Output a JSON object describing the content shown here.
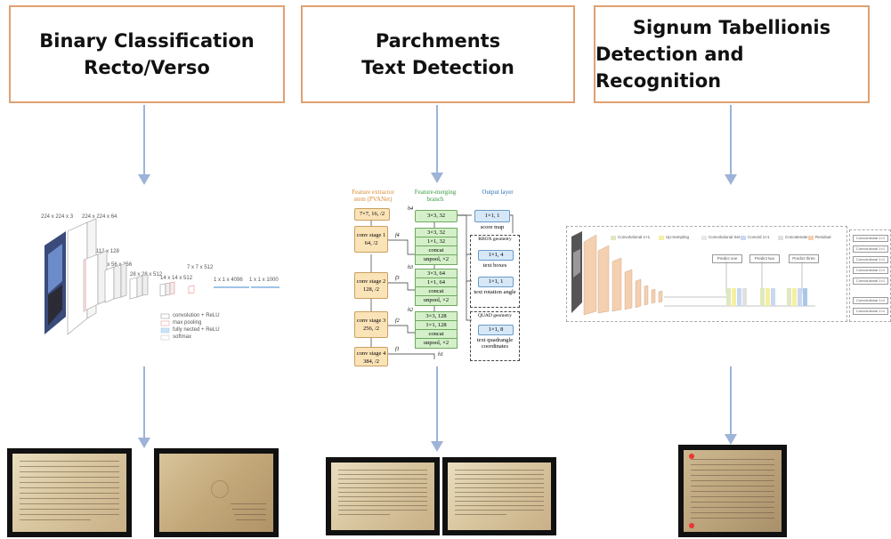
{
  "columns": [
    {
      "title_line1": "Binary Classification",
      "title_line2": "Recto/Verso"
    },
    {
      "title_line1": "Parchments",
      "title_line2": "Text Detection"
    },
    {
      "title_line1": "Signum Tabellionis",
      "title_line2": "Detection and Recognition"
    }
  ],
  "vgg": {
    "dims": [
      "224 x 224 x 3",
      "224 x 224 x 64",
      "112 x 112 x 128",
      "56 x 56 x 256",
      "28 x 28 x 512",
      "14 x 14 x 512",
      "7 x 7 x 512",
      "1 x 1 x 4096",
      "1 x 1 x 1000"
    ],
    "legend": [
      "convolution + ReLU",
      "max pooling",
      "fully nected + ReLU",
      "softmax"
    ]
  },
  "east": {
    "headers": {
      "left": "Feature extractor stem (PVANet)",
      "middle": "Feature-merging branch",
      "right": "Output layer"
    },
    "stem": [
      "7×7, 16, /2",
      "conv stage 1\n64, /2",
      "conv stage 2\n128, /2",
      "conv stage 3\n256, /2",
      "conv stage 4\n384, /2"
    ],
    "merge": [
      "3×3, 32",
      "3×3, 32",
      "1×1, 32",
      "concat",
      "unpool, ×2",
      "3×3, 64",
      "1×1, 64",
      "concat",
      "unpool, ×2",
      "3×3, 128",
      "1×1, 128",
      "concat",
      "unpool, ×2"
    ],
    "h_labels": [
      "h4",
      "h3",
      "h2",
      "h1"
    ],
    "f_labels": [
      "f4",
      "f3",
      "f2",
      "f1"
    ],
    "output": {
      "score_box": "1×1, 1",
      "score_label": "score map",
      "rbox_title": "RBOX geometry",
      "rbox_box1": "1×1, 4",
      "rbox_label1": "text boxes",
      "rbox_box2": "1×1, 1",
      "rbox_label2": "text rotation angle",
      "quad_title": "QUAD geometry",
      "quad_box": "1×1, 8",
      "quad_label": "text quadrangle coordinates"
    }
  },
  "yolo": {
    "legend": [
      "Convolutional 1×1",
      "Up-Sampling",
      "Convolutional Set",
      "Conv2d 1×1",
      "Concatenate",
      "Residual"
    ],
    "predict": [
      "Predict one",
      "Predict two",
      "Predict three"
    ],
    "side_top": [
      "Convolutional 1×1",
      "Convolutional 1×1",
      "Convolutional 1×1",
      "Convolutional 1×1",
      "Convolutional 1×1"
    ],
    "side_bottom": [
      "Convolutional 1×1",
      "Convolutional 1×1"
    ]
  },
  "colors": {
    "title_border": "#e0a070",
    "arrow": "#9eb3d8",
    "east_orange": "#fbe3b8",
    "east_green": "#d3f0c8",
    "east_blue": "#d6e8f7"
  }
}
